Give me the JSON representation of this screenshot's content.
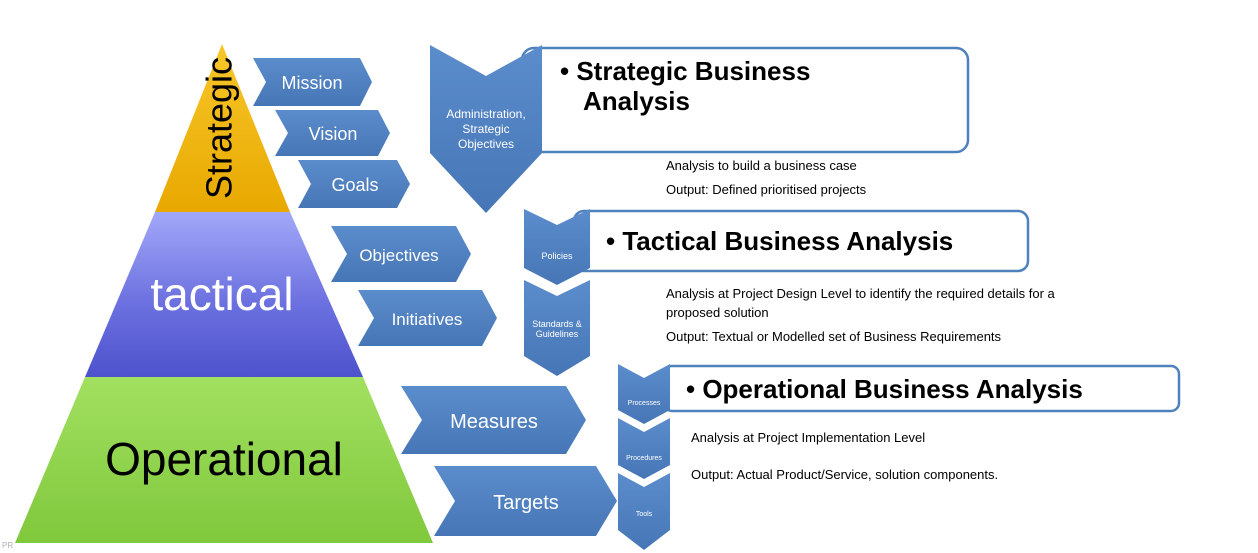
{
  "pyramid": {
    "strategic": "Strategic",
    "tactical": "tactical",
    "operational": "Operational",
    "colors": {
      "strategic": "#f2b705",
      "tactical": "#6a6fe0",
      "operational": "#8fd14f"
    }
  },
  "arrows": {
    "mission": "Mission",
    "vision": "Vision",
    "goals": "Goals",
    "objectives": "Objectives",
    "initiatives": "Initiatives",
    "measures": "Measures",
    "targets": "Targets"
  },
  "chevrons": {
    "admin_line1": "Administration,",
    "admin_line2": "Strategic",
    "admin_line3": "Objectives",
    "policies": "Policies",
    "standards_line1": "Standards &",
    "standards_line2": "Guidelines",
    "processes": "Processes",
    "procedures": "Procedures",
    "tools": "Tools"
  },
  "boxes": {
    "strategic_line1": "• Strategic Business",
    "strategic_line2": "Analysis",
    "tactical": "• Tactical Business Analysis",
    "operational": "• Operational Business Analysis"
  },
  "descriptions": {
    "strategic_1": "Analysis to build a business case",
    "strategic_2": "Output:  Defined prioritised projects",
    "tactical_1": "Analysis at Project Design Level to identify the required details for a",
    "tactical_2": "proposed solution",
    "tactical_3": "Output:  Textual or Modelled set of Business Requirements",
    "operational_1": "Analysis at Project Implementation Level",
    "operational_2": "Output:  Actual Product/Service, solution components."
  },
  "accent_color": "#4f81bd",
  "watermark": "PR"
}
